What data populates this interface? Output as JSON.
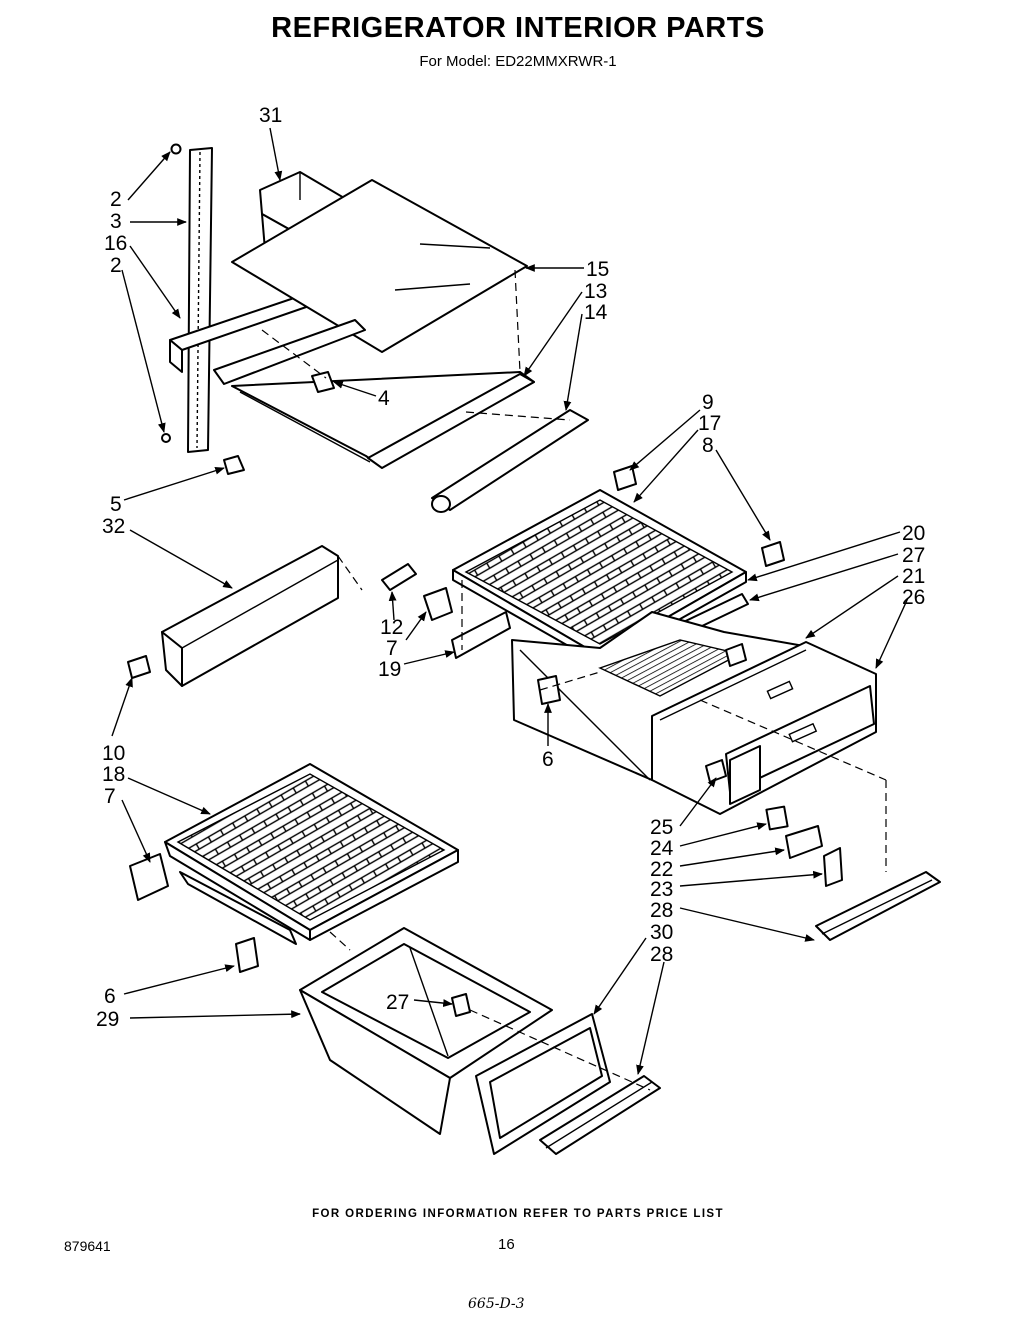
{
  "title": "REFRIGERATOR INTERIOR PARTS",
  "subtitle": "For Model: ED22MMXRWR-1",
  "footer_note": "FOR ORDERING INFORMATION REFER TO PARTS PRICE LIST",
  "doc_number": "879641",
  "page_number": "16",
  "handwritten_note": "665-D-3",
  "callouts": {
    "c31": "31",
    "c2a": "2",
    "c3": "3",
    "c16": "16",
    "c2b": "2",
    "c15": "15",
    "c13": "13",
    "c14": "14",
    "c4": "4",
    "c5": "5",
    "c32": "32",
    "c9": "9",
    "c17": "17",
    "c8": "8",
    "c20": "20",
    "c27a": "27",
    "c21": "21",
    "c26": "26",
    "c12": "12",
    "c7a": "7",
    "c19": "19",
    "c6a": "6",
    "c10": "10",
    "c18": "18",
    "c7b": "7",
    "c25": "25",
    "c24": "24",
    "c22": "22",
    "c23": "23",
    "c28a": "28",
    "c30": "30",
    "c28b": "28",
    "c6b": "6",
    "c29": "29",
    "c27b": "27"
  }
}
